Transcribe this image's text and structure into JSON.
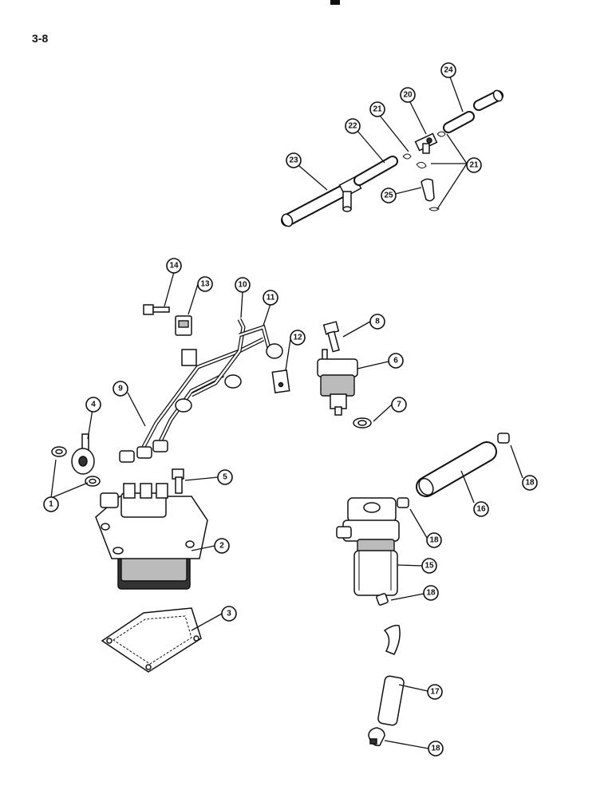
{
  "page": {
    "number": "3-8"
  },
  "callouts": [
    {
      "key": "c1",
      "label": "1"
    },
    {
      "key": "c2",
      "label": "2"
    },
    {
      "key": "c3",
      "label": "3"
    },
    {
      "key": "c4",
      "label": "4"
    },
    {
      "key": "c5",
      "label": "5"
    },
    {
      "key": "c6",
      "label": "6"
    },
    {
      "key": "c7",
      "label": "7"
    },
    {
      "key": "c8",
      "label": "8"
    },
    {
      "key": "c9",
      "label": "9"
    },
    {
      "key": "c10",
      "label": "10"
    },
    {
      "key": "c11",
      "label": "11"
    },
    {
      "key": "c12",
      "label": "12"
    },
    {
      "key": "c13",
      "label": "13"
    },
    {
      "key": "c14",
      "label": "14"
    },
    {
      "key": "c15",
      "label": "15"
    },
    {
      "key": "c16",
      "label": "16"
    },
    {
      "key": "c17",
      "label": "17"
    },
    {
      "key": "c18a",
      "label": "18"
    },
    {
      "key": "c18b",
      "label": "18"
    },
    {
      "key": "c18c",
      "label": "18"
    },
    {
      "key": "c18d",
      "label": "18"
    },
    {
      "key": "c20",
      "label": "20"
    },
    {
      "key": "c21a",
      "label": "21"
    },
    {
      "key": "c21b",
      "label": "21"
    },
    {
      "key": "c22",
      "label": "22"
    },
    {
      "key": "c23",
      "label": "23"
    },
    {
      "key": "c24",
      "label": "24"
    },
    {
      "key": "c25",
      "label": "25"
    }
  ]
}
